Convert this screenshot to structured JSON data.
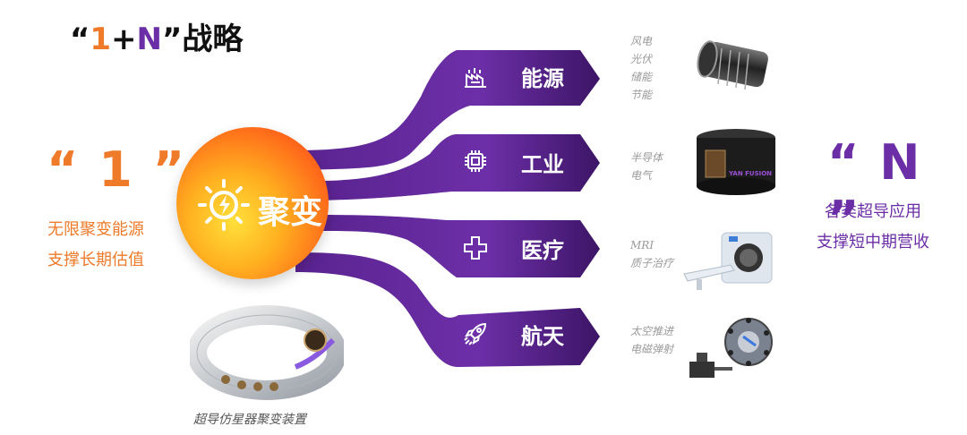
{
  "title": {
    "q_open": "“",
    "one": "1",
    "plus": "+",
    "n": "N",
    "q_close": "”",
    "suffix": "战略"
  },
  "left": {
    "quote": "“ 1 ”",
    "line1": "无限聚变能源",
    "line2": "支撑长期估值"
  },
  "right": {
    "quote": "“ N ”",
    "line1": "各类超导应用",
    "line2": "支撑短中期营收"
  },
  "center": {
    "label": "聚变"
  },
  "branches": [
    {
      "label": "能源",
      "icon": "energy-plant-icon",
      "desc": [
        "风电",
        "光伏",
        "储能",
        "节能"
      ],
      "image": "generator-image"
    },
    {
      "label": "工业",
      "icon": "chip-icon",
      "desc": [
        "半导体",
        "电气"
      ],
      "image": "magnet-image"
    },
    {
      "label": "医疗",
      "icon": "medical-cross-icon",
      "desc": [
        "MRI",
        "质子治疗"
      ],
      "image": "mri-image"
    },
    {
      "label": "航天",
      "icon": "rocket-icon",
      "desc": [
        "太空推进",
        "电磁弹射"
      ],
      "image": "launcher-image"
    }
  ],
  "magnet_brand": "YAN FUSION",
  "caption": "超导仿星器聚变装置",
  "colors": {
    "orange": "#ee7a2a",
    "purple": "#6b2ea6",
    "purple_dark": "#4a1d7e"
  }
}
